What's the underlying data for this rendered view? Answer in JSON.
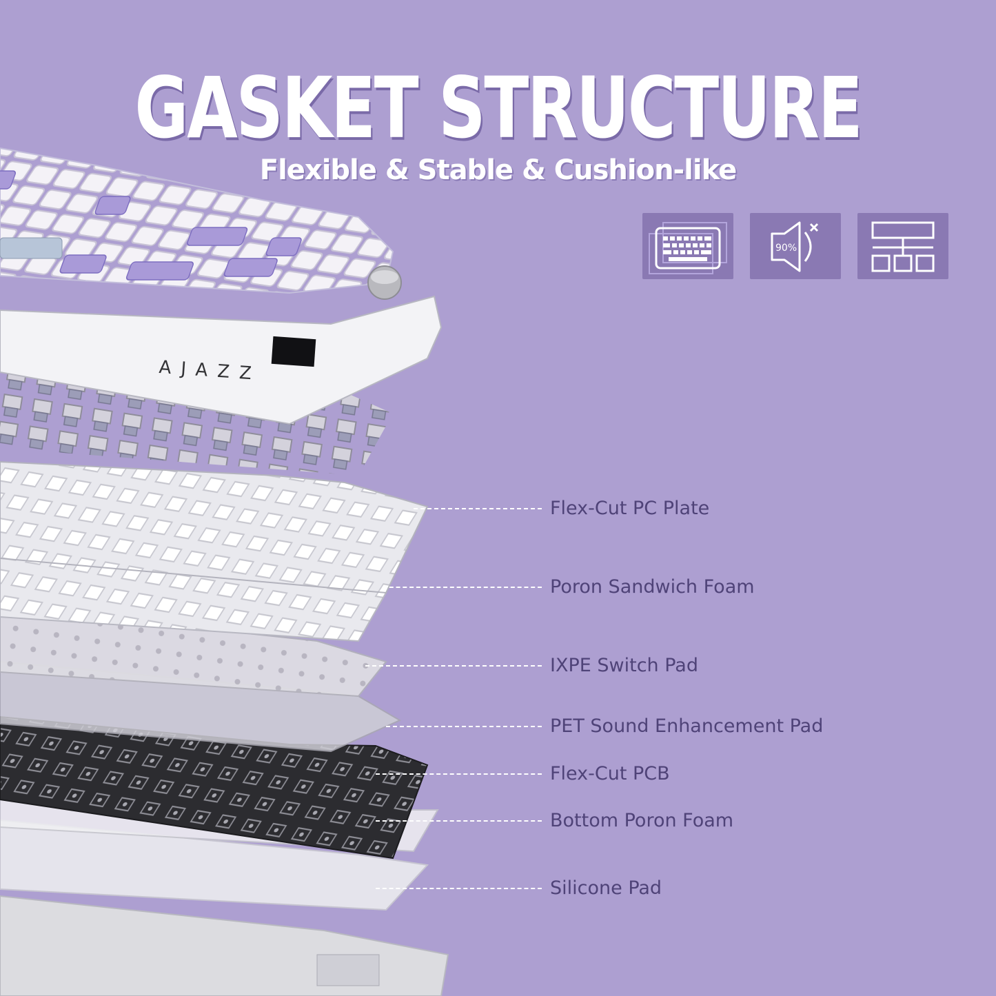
{
  "header": {
    "title": "GASKET STRUCTURE",
    "subtitle": "Flexible & Stable & Cushion-like"
  },
  "features": [
    {
      "icon": "keyboard-icon"
    },
    {
      "icon": "mute-speaker-icon",
      "text": "90%"
    },
    {
      "icon": "layer-structure-icon"
    }
  ],
  "keyboard": {
    "brand": "AJAZZ"
  },
  "layers": [
    {
      "label": "Flex-Cut PC Plate"
    },
    {
      "label": "Poron Sandwich Foam"
    },
    {
      "label": "IXPE Switch Pad"
    },
    {
      "label": "PET Sound Enhancement Pad"
    },
    {
      "label": "Flex-Cut PCB"
    },
    {
      "label": "Bottom Poron Foam"
    },
    {
      "label": "Silicone Pad"
    }
  ],
  "colors": {
    "background": "#ad9fd1",
    "label_text": "#4f4378",
    "accent_purple": "#9a8ad0",
    "icon_tile": "#8a79b3"
  }
}
